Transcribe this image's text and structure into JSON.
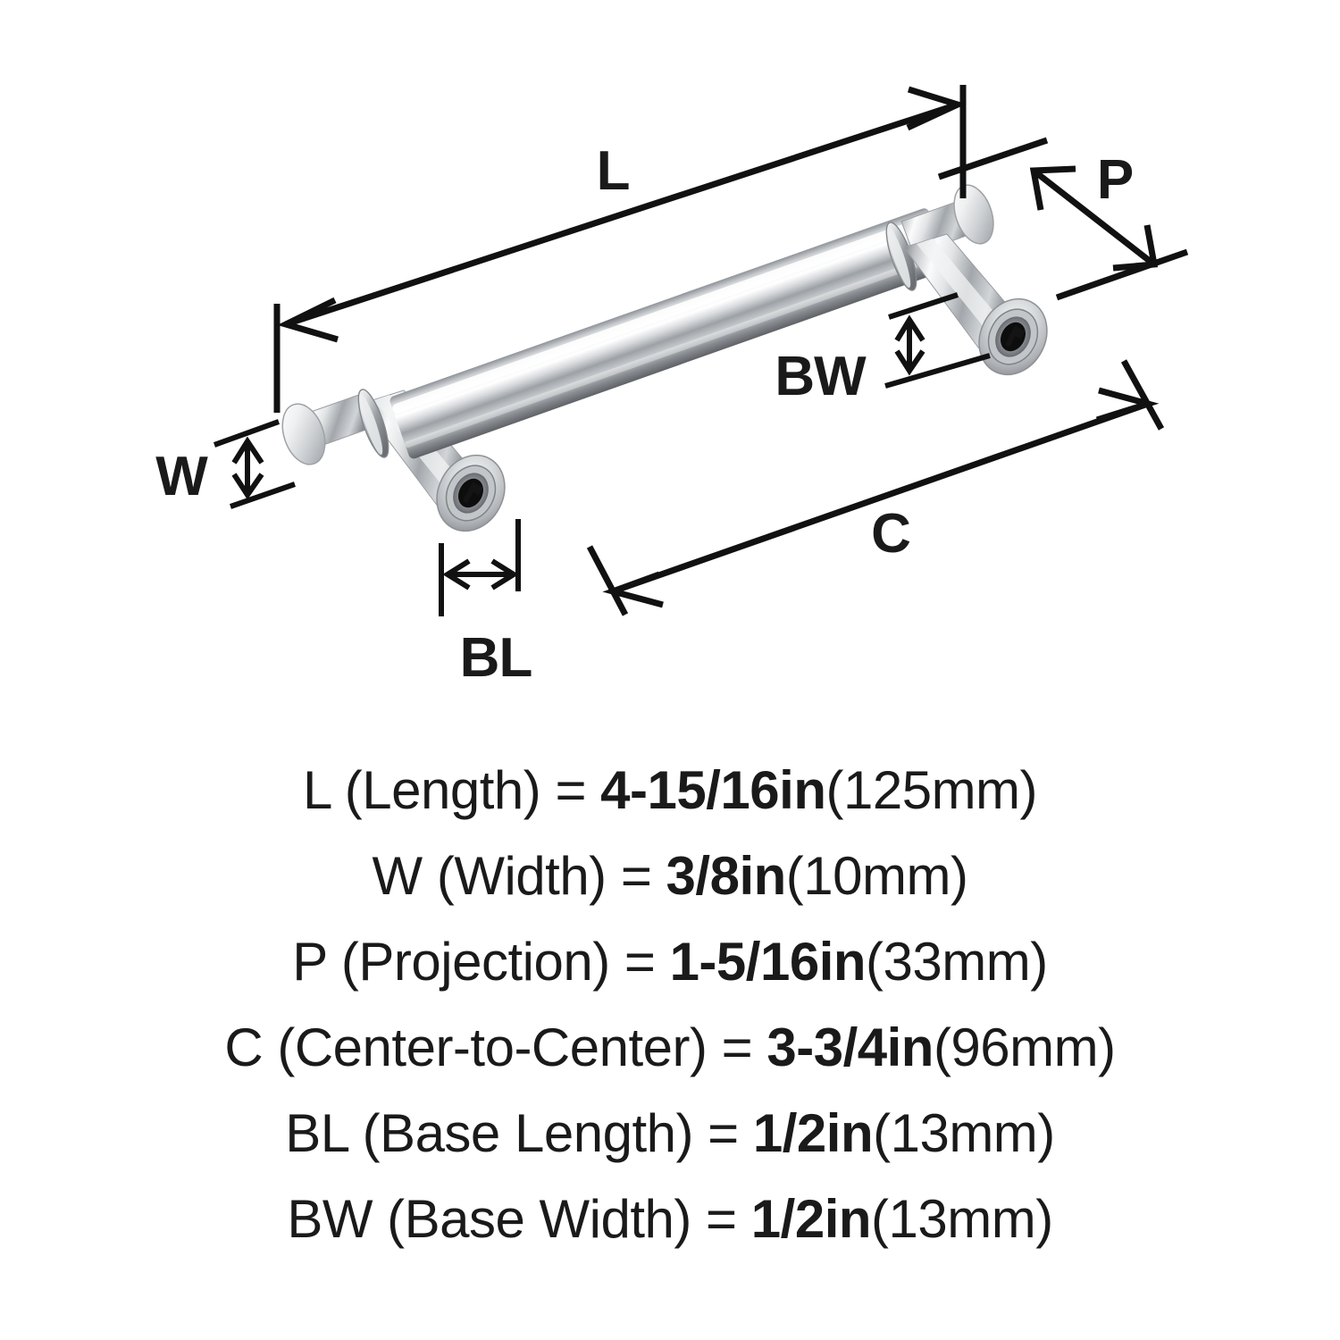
{
  "product": {
    "type": "cabinet-bar-pull-handle",
    "finish_appearance": "polished chrome"
  },
  "diagram": {
    "callouts": [
      {
        "id": "L",
        "label": "L",
        "meaning": "Length"
      },
      {
        "id": "W",
        "label": "W",
        "meaning": "Width"
      },
      {
        "id": "P",
        "label": "P",
        "meaning": "Projection"
      },
      {
        "id": "C",
        "label": "C",
        "meaning": "Center-to-Center"
      },
      {
        "id": "BL",
        "label": "BL",
        "meaning": "Base Length"
      },
      {
        "id": "BW",
        "label": "BW",
        "meaning": "Base Width"
      }
    ]
  },
  "legend": {
    "rows": [
      {
        "code": "L",
        "name": "L (Length) = ",
        "value": "4-15/16in",
        "metric": "(125mm)"
      },
      {
        "code": "W",
        "name": "W (Width) = ",
        "value": "3/8in",
        "metric": "(10mm)"
      },
      {
        "code": "P",
        "name": "P (Projection) = ",
        "value": "1-5/16in",
        "metric": "(33mm)"
      },
      {
        "code": "C",
        "name": "C (Center-to-Center) = ",
        "value": "3-3/4in",
        "metric": "(96mm)"
      },
      {
        "code": "BL",
        "name": "BL (Base Length) = ",
        "value": "1/2in",
        "metric": "(13mm)"
      },
      {
        "code": "BW",
        "name": "BW (Base Width) = ",
        "value": "1/2in",
        "metric": "(13mm)"
      }
    ]
  },
  "colors": {
    "background": "#ffffff",
    "ink": "#1a1a1a",
    "line": "#111111",
    "chrome_light": "#fdfdfd",
    "chrome_mid": "#b9bcc0",
    "chrome_dark": "#6e7276",
    "chrome_shadow": "#4a4e52"
  }
}
